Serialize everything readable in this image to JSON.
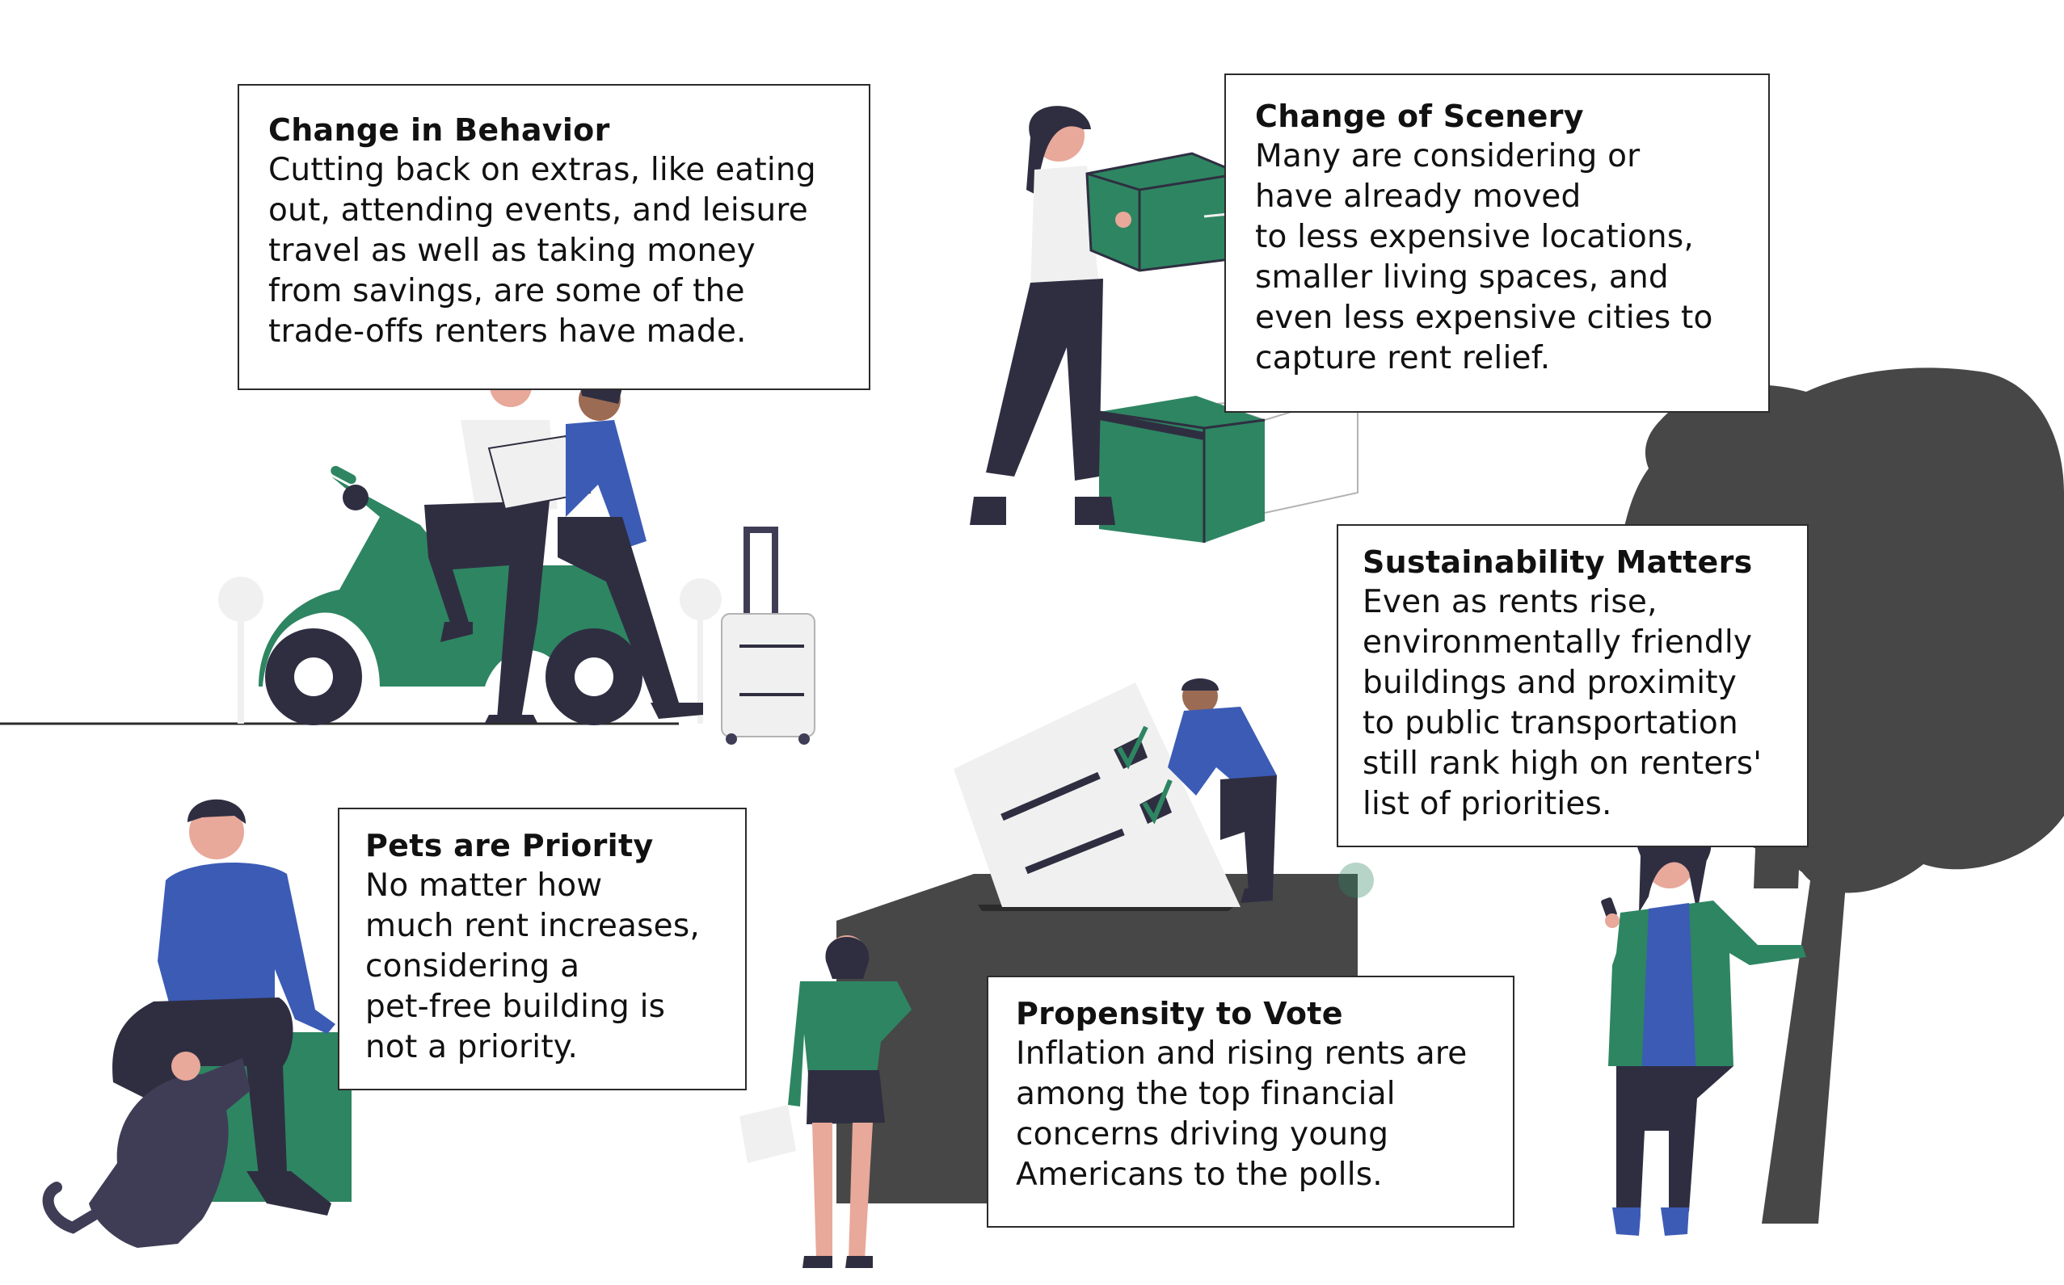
{
  "colors": {
    "green": "#2e8562",
    "green_dark": "#1f6e4d",
    "blue": "#3b5bb5",
    "navy": "#2f2e41",
    "dark_gray": "#474747",
    "skin": "#e8a89a",
    "light_gray": "#f0f0f0",
    "border": "#2b2b2b"
  },
  "cards": {
    "behavior": {
      "title": "Change in Behavior",
      "body": "Cutting back on extras, like eating\nout, attending events, and leisure\ntravel as well as taking money\nfrom savings, are some of the\ntrade-offs renters have made."
    },
    "scenery": {
      "title": "Change of Scenery",
      "body": "Many are considering or\nhave already moved\nto less expensive locations,\nsmaller living spaces, and\neven less expensive cities to\ncapture rent relief."
    },
    "sustainability": {
      "title": "Sustainability Matters",
      "body": "Even as rents rise,\nenvironmentally friendly\nbuildings and proximity\nto public transportation\nstill rank high on renters'\nlist of priorities."
    },
    "pets": {
      "title": "Pets are Priority",
      "body": "No matter how\nmuch rent increases,\nconsidering a\npet-free building is\nnot a priority."
    },
    "vote": {
      "title": "Propensity to Vote",
      "body": "Inflation and rising rents are\namong the top financial\nconcerns driving young\nAmericans to the polls."
    }
  },
  "illustrations": [
    "scooter-couple-illustration",
    "moving-boxes-illustration",
    "tree-illustration",
    "ballot-box-illustration",
    "pet-owner-illustration",
    "phone-woman-illustration"
  ]
}
